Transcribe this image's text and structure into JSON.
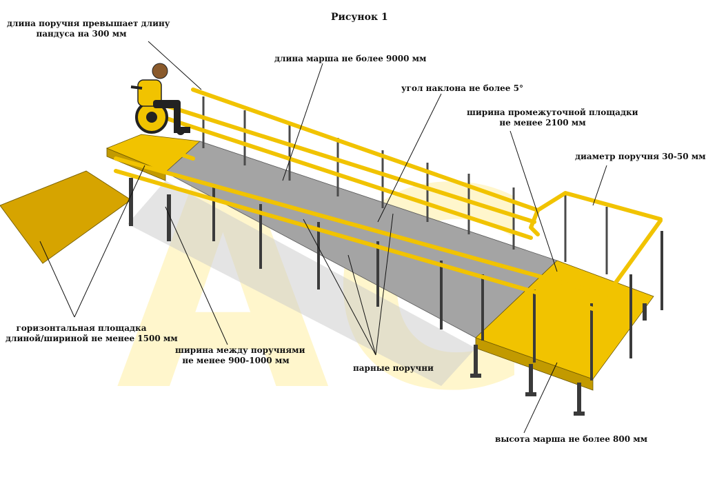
{
  "figure": {
    "title": "Рисунок 1"
  },
  "labels": {
    "handrail_extension": [
      "длина поручня превышает длину",
      "пандуса на 300 мм"
    ],
    "flight_length": "длина марша не более 9000 мм",
    "slope_angle": "угол наклона не более 5°",
    "intermediate_width": [
      "ширина промежуточной площадки",
      "не менее 2100 мм"
    ],
    "handrail_diameter": "диаметр поручня 30-50 мм",
    "horizontal_platform": [
      "горизонтальная площадка",
      "длиной/шириной не менее 1500 мм"
    ],
    "between_handrails": [
      "ширина между поручнями",
      "не менее 900-1000 мм"
    ],
    "paired_handrails": "парные поручни",
    "flight_height": "высота марша не более 800 мм"
  },
  "watermark": {
    "text": "АС",
    "color": "#fff6cc"
  },
  "colors": {
    "yellow": "#f1c300",
    "yellow_dark": "#b78f00",
    "deck_gray": "#a4a4a4",
    "post": "#3a3a3a",
    "leader_line": "#111111"
  }
}
